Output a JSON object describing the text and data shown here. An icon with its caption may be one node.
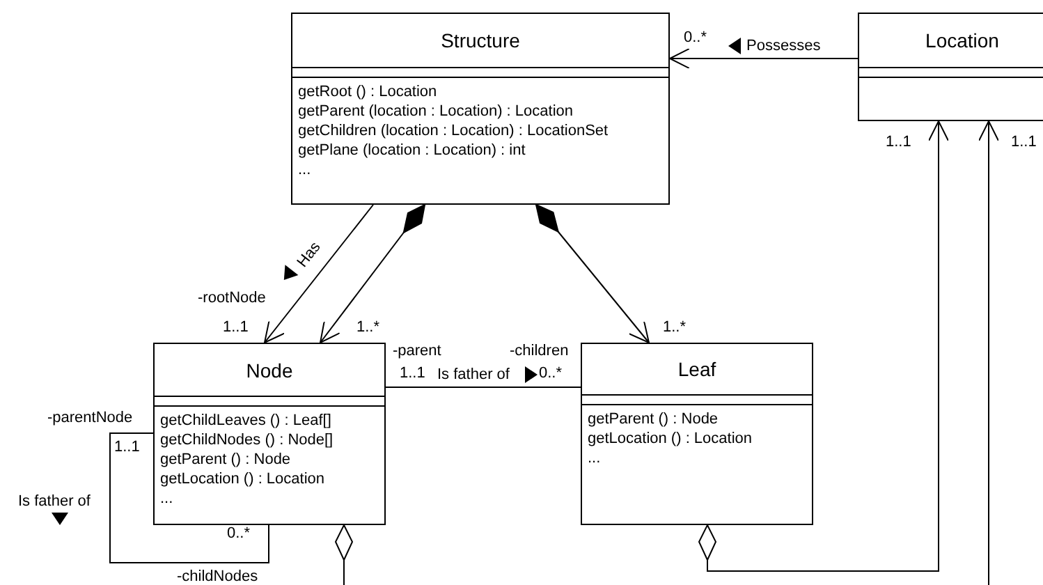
{
  "diagram": {
    "nodes": [
      {
        "text": [
          "Structure",
          "getRoot () : Location",
          "getParent (location : Location) : Location",
          "getChildren (location : Location) : LocationSet",
          "getPlane (location : Location) : int",
          "..."
        ]
      },
      {
        "text": [
          "Location"
        ]
      },
      {
        "text": [
          "Node",
          "getChildLeaves () : Leaf[]",
          "getChildNodes () : Node[]",
          "getParent () : Node",
          "getLocation () : Location",
          "..."
        ]
      },
      {
        "text": [
          "Leaf",
          "getParent () : Node",
          "getLocation () : Location",
          "..."
        ]
      }
    ],
    "edges": [
      {
        "from": 1,
        "to": 0,
        "arrow": "to",
        "label": "Possesses"
      },
      {
        "from": 0,
        "to": 2,
        "arrow": "to",
        "label": "Has"
      },
      {
        "from": 0,
        "to": 2,
        "arrow": "to"
      },
      {
        "from": 0,
        "to": 3,
        "arrow": "to"
      },
      {
        "from": 2,
        "to": 3,
        "arrow": "none",
        "label": "Is father of"
      },
      {
        "from": 2,
        "to": 2,
        "arrow": "none",
        "label": "Is father of"
      },
      {
        "from": 3,
        "to": 1,
        "arrow": "to"
      },
      {
        "from": 2,
        "to": 1,
        "arrow": "to"
      }
    ],
    "labels": [
      "0..*",
      "-rootNode",
      "1..1",
      "1..*",
      "1..*",
      "-parent",
      "1..1",
      "-children",
      "0..*",
      "-parentNode",
      "1..1",
      "0..*",
      "-childNodes",
      "1..1",
      "1..1"
    ]
  }
}
